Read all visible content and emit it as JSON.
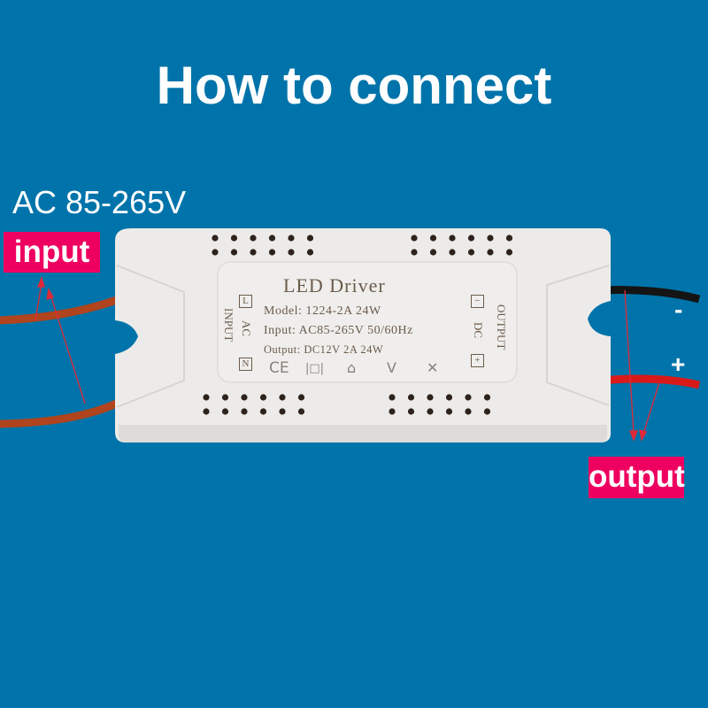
{
  "title": "How to connect",
  "ac_range_label": "AC 85-265V",
  "tags": {
    "input": "input",
    "output": "output"
  },
  "polarity": {
    "negative": "-",
    "positive": "+"
  },
  "device": {
    "name": "LED Driver",
    "model": "Model: 1224-2A 24W",
    "input": "Input: AC85-265V 50/60Hz",
    "output": "Output: DC12V 2A 24W",
    "side_left_outer": "INPUT",
    "side_left_inner": "AC",
    "side_right_inner": "DC",
    "side_right_outer": "OUTPUT",
    "terminals": {
      "l": "L",
      "n": "N",
      "minus": "−",
      "plus": "+"
    },
    "symbols": {
      "ce": "CE",
      "class2": "|□|",
      "indoor": "⌂",
      "f_mark": "V",
      "weee": "✕"
    }
  },
  "colors": {
    "background": "#0074aa",
    "tag": "#ee0060",
    "wire_input": "#b0441e",
    "wire_negative": "#141414",
    "wire_positive": "#d81a1a",
    "arrow": "#e02a3a",
    "housing": "#ecebe9"
  }
}
